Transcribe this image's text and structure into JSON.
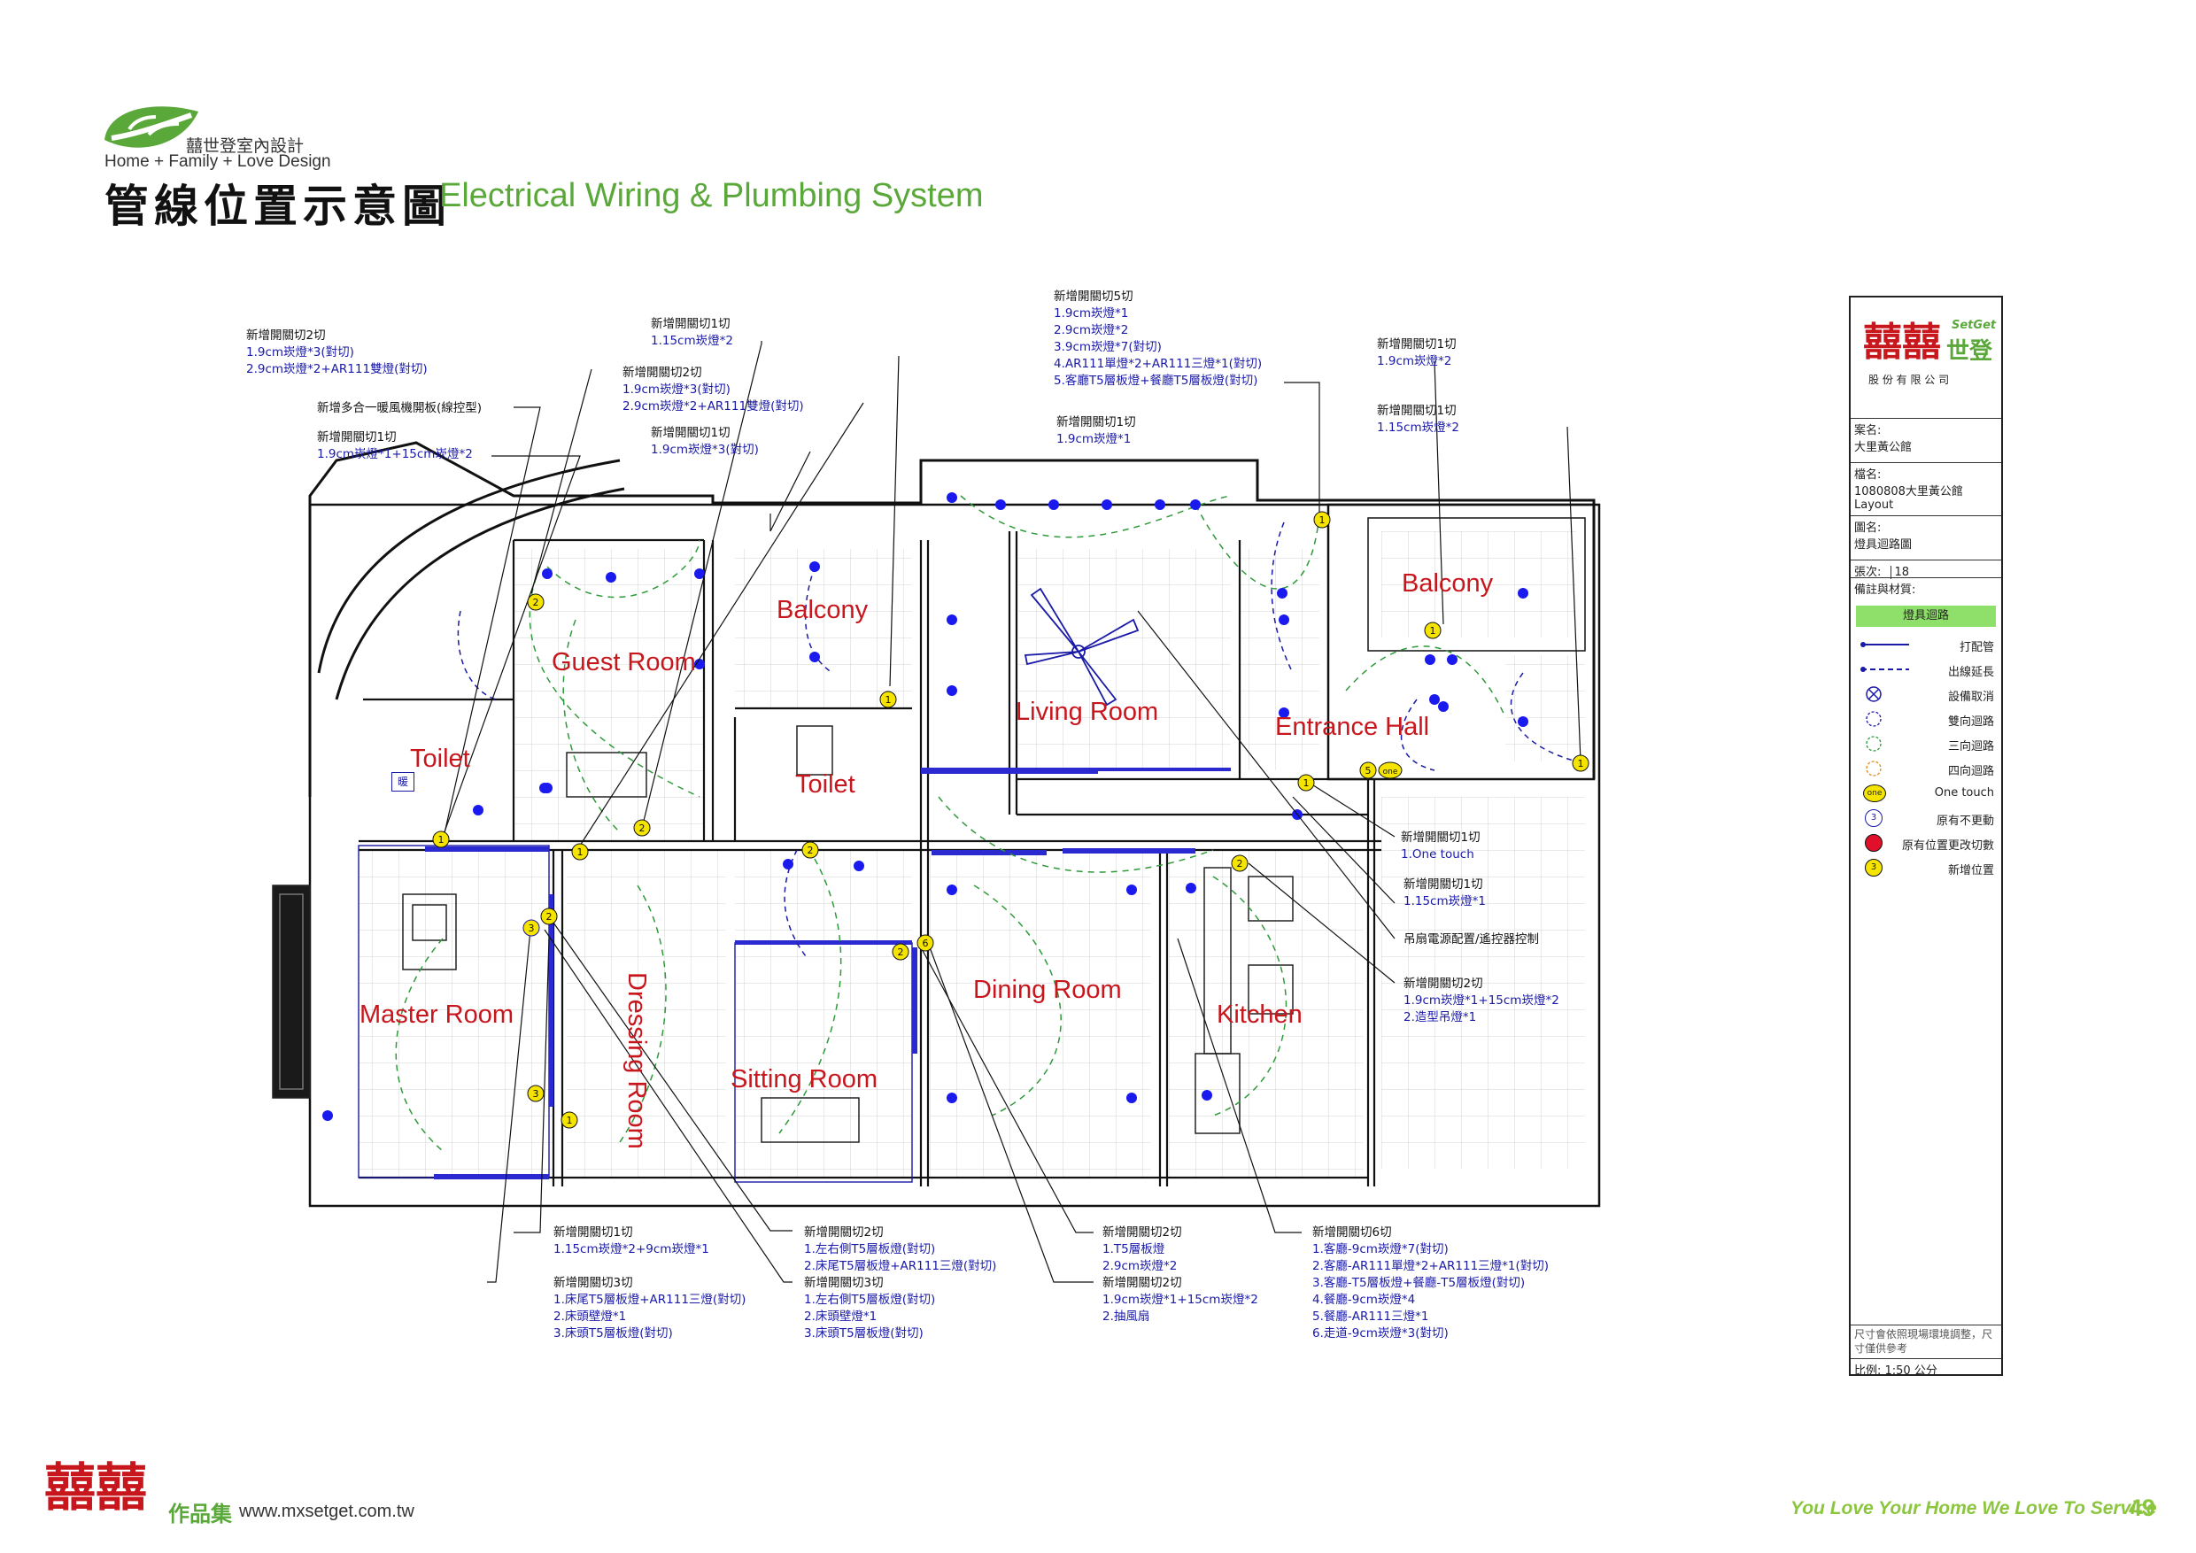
{
  "header": {
    "brand_cn": "囍世登室內設計",
    "brand_en": "Home + Family + Love Design",
    "title_cn": "管線位置示意圖",
    "title_en": "Electrical Wiring & Plumbing System"
  },
  "rooms": {
    "guest_room": "Guest Room",
    "balcony_left": "Balcony",
    "living_room": "Living Room",
    "balcony_right": "Balcony",
    "entrance_hall": "Entrance Hall",
    "toilet_left": "Toilet",
    "toilet_mid": "Toilet",
    "master_room": "Master Room",
    "dressing_room": "Dressing Room",
    "sitting_room": "Sitting Room",
    "dining_room": "Dining Room",
    "kitchen": "Kitchen",
    "heater_label": "暖"
  },
  "notes": {
    "n1": {
      "head": "新增開關切2切",
      "lines": [
        "1.9cm崁燈*3(對切)",
        "2.9cm崁燈*2+AR111雙燈(對切)"
      ]
    },
    "n2": {
      "head": "新增多合一暖風機開板(線控型)",
      "lines": []
    },
    "n3": {
      "head": "新增開關切1切",
      "lines": [
        "1.9cm崁燈*1+15cm崁燈*2"
      ]
    },
    "n4": {
      "head": "新增開關切1切",
      "lines": [
        "1.15cm崁燈*2"
      ]
    },
    "n5": {
      "head": "新增開關切2切",
      "lines": [
        "1.9cm崁燈*3(對切)",
        "2.9cm崁燈*2+AR111雙燈(對切)"
      ]
    },
    "n6": {
      "head": "新增開關切1切",
      "lines": [
        "1.9cm崁燈*3(對切)"
      ]
    },
    "n7": {
      "head": "新增開關切5切",
      "lines": [
        "1.9cm崁燈*1",
        "2.9cm崁燈*2",
        "3.9cm崁燈*7(對切)",
        "4.AR111單燈*2+AR111三燈*1(對切)",
        "5.客廳T5層板燈+餐廳T5層板燈(對切)"
      ]
    },
    "n8": {
      "head": "新增開關切1切",
      "lines": [
        "1.9cm崁燈*1"
      ]
    },
    "n9": {
      "head": "新增開關切1切",
      "lines": [
        "1.9cm崁燈*2"
      ]
    },
    "n10": {
      "head": "新增開關切1切",
      "lines": [
        "1.15cm崁燈*2"
      ]
    },
    "n11": {
      "head": "新增開關切1切",
      "lines": [
        "1.One touch"
      ]
    },
    "n12": {
      "head": "新增開關切1切",
      "lines": [
        "1.15cm崁燈*1"
      ]
    },
    "n13": {
      "head": "吊扇電源配置/遙控器控制",
      "lines": []
    },
    "n14": {
      "head": "新增開關切2切",
      "lines": [
        "1.9cm崁燈*1+15cm崁燈*2",
        "2.造型吊燈*1"
      ]
    },
    "n15": {
      "head": "新增開關切1切",
      "lines": [
        "1.15cm崁燈*2+9cm崁燈*1"
      ]
    },
    "n16": {
      "head": "新增開關切3切",
      "lines": [
        "1.床尾T5層板燈+AR111三燈(對切)",
        "2.床頭壁燈*1",
        "3.床頭T5層板燈(對切)"
      ]
    },
    "n17": {
      "head": "新增開關切2切",
      "lines": [
        "1.左右側T5層板燈(對切)",
        "2.床尾T5層板燈+AR111三燈(對切)"
      ]
    },
    "n18": {
      "head": "新增開關切3切",
      "lines": [
        "1.左右側T5層板燈(對切)",
        "2.床頭壁燈*1",
        "3.床頭T5層板燈(對切)"
      ]
    },
    "n19": {
      "head": "新增開關切2切",
      "lines": [
        "1.T5層板燈",
        "2.9cm崁燈*2"
      ]
    },
    "n20": {
      "head": "新增開關切2切",
      "lines": [
        "1.9cm崁燈*1+15cm崁燈*2",
        "2.抽風扇"
      ]
    },
    "n21": {
      "head": "新增開關切6切",
      "lines": [
        "1.客廳-9cm崁燈*7(對切)",
        "2.客廳-AR111單燈*2+AR111三燈*1(對切)",
        "3.客廳-T5層板燈+餐廳-T5層板燈(對切)",
        "4.餐廳-9cm崁燈*4",
        "5.餐廳-AR111三燈*1",
        "6.走道-9cm崁燈*3(對切)"
      ]
    }
  },
  "side_panel": {
    "company_logo_text": "SetGet",
    "company_logo_cn": "世登",
    "company_name": "股 份 有 限 公 司",
    "case_label": "案名:",
    "case_value": "大里黃公館",
    "file_label": "檔名:",
    "file_value": "1080808大里黃公館",
    "file_value2": "Layout",
    "drawing_label": "圖名:",
    "drawing_value": "燈具迴路圖",
    "sheet_label": "張次:",
    "sheet_value": "18",
    "remarks_label": "備註與材質:",
    "legend_header": "燈具迴路",
    "legend": [
      {
        "icon": "wire-solid-icon",
        "label": "打配管"
      },
      {
        "icon": "wire-dashed-icon",
        "label": "出線延長"
      },
      {
        "icon": "cancel-fixture-icon",
        "label": "設備取消"
      },
      {
        "icon": "two-way-circuit-icon",
        "label": "雙向迴路"
      },
      {
        "icon": "three-way-circuit-icon",
        "label": "三向迴路"
      },
      {
        "icon": "four-way-circuit-icon",
        "label": "四向迴路"
      },
      {
        "icon": "one-touch-icon",
        "label": "One touch",
        "badge": "one"
      },
      {
        "icon": "existing-unchanged-icon",
        "label": "原有不更動",
        "badge": "3"
      },
      {
        "icon": "existing-modified-icon",
        "label": "原有位置更改切數"
      },
      {
        "icon": "new-position-icon",
        "label": "新增位置",
        "badge": "3"
      }
    ],
    "disclaimer": "尺寸會依照現場環境調整，尺寸僅供參考",
    "scale": "比例: 1:50 公分"
  },
  "footer": {
    "portfolio": "作品集",
    "url": "www.mxsetget.com.tw",
    "slogan": "You Love Your Home We Love To Service",
    "page": "49"
  },
  "colors": {
    "brand_green": "#5aa83a",
    "accent_red": "#c8161d",
    "wire_blue": "#1a1aa8",
    "circuit_green": "#2f9a3a",
    "badge_yellow": "#f5e400"
  }
}
